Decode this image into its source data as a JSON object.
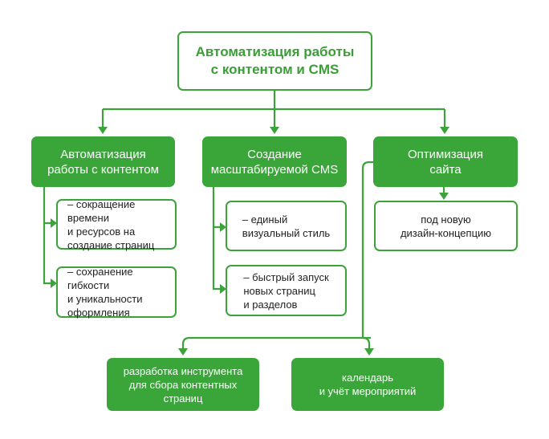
{
  "title": "Автоматизация работы\nс контентом и CMS",
  "columns": [
    {
      "label": "Автоматизация\nработы с контентом"
    },
    {
      "label": "Создание\nмасштабируемой CMS"
    },
    {
      "label": "Оптимизация\nсайта"
    }
  ],
  "col1_items": [
    "– сокращение времени\nи ресурсов на\nсоздание страниц",
    "– сохранение гибкости\nи уникальности\nоформления"
  ],
  "col2_items": [
    "– единый\nвизуальный стиль",
    "– быстрый запуск\nновых страниц\nи разделов"
  ],
  "col3_items": [
    "под новую\nдизайн-концепцию"
  ],
  "bottom": [
    "разработка инструмента\nдля сбора контентных\nстраниц",
    "календарь\nи учёт мероприятий"
  ],
  "colors": {
    "accent": "#3aa63a",
    "text": "#222222"
  }
}
